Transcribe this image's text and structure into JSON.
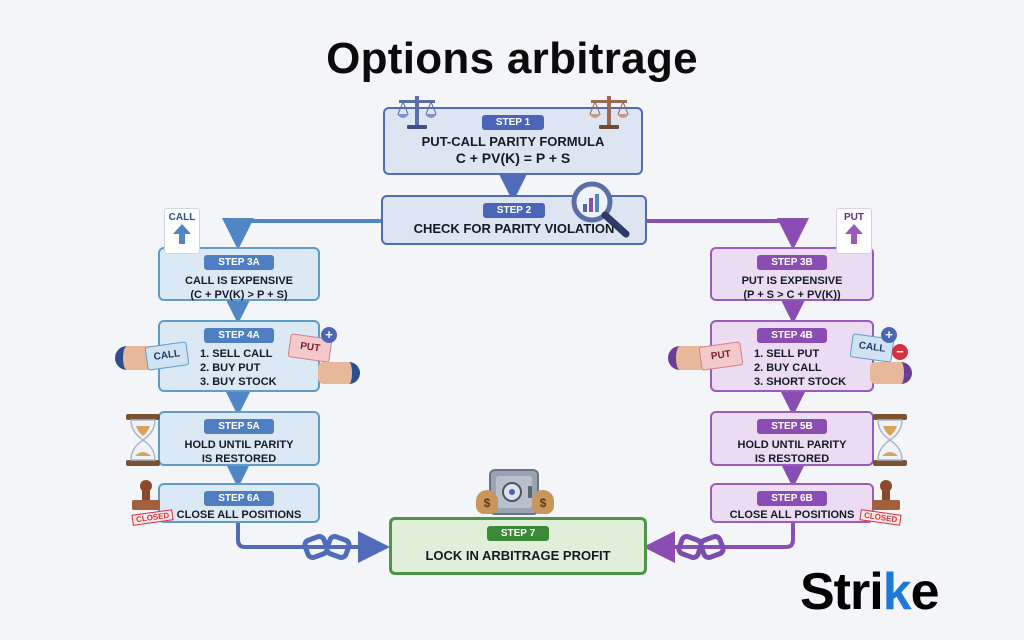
{
  "title": "Options arbitrage",
  "steps": {
    "s1": {
      "label": "STEP 1",
      "line1": "PUT-CALL PARITY FORMULA",
      "line2": "C + PV(K) = P + S"
    },
    "s2": {
      "label": "STEP 2",
      "line1": "CHECK FOR PARITY VIOLATION"
    },
    "s3a": {
      "label": "STEP 3A",
      "line1": "CALL IS EXPENSIVE",
      "line2": "(C + PV(K) > P + S)"
    },
    "s3b": {
      "label": "STEP 3B",
      "line1": "PUT IS EXPENSIVE",
      "line2": "(P + S > C + PV(K))"
    },
    "s4a": {
      "label": "STEP 4A",
      "line1": "1. SELL CALL",
      "line2": "2. BUY PUT",
      "line3": "3. BUY STOCK"
    },
    "s4b": {
      "label": "STEP 4B",
      "line1": "1. SELL PUT",
      "line2": "2. BUY CALL",
      "line3": "3. SHORT STOCK"
    },
    "s5a": {
      "label": "STEP 5A",
      "line1": "HOLD UNTIL PARITY",
      "line2": "IS RESTORED"
    },
    "s5b": {
      "label": "STEP 5B",
      "line1": "HOLD UNTIL PARITY",
      "line2": "IS RESTORED"
    },
    "s6a": {
      "label": "STEP 6A",
      "line1": "CLOSE ALL POSITIONS"
    },
    "s6b": {
      "label": "STEP 6B",
      "line1": "CLOSE ALL POSITIONS"
    },
    "s7": {
      "label": "STEP 7",
      "line1": "LOCK IN ARBITRAGE PROFIT"
    }
  },
  "icon_text": {
    "call": "CALL",
    "put": "PUT",
    "closed": "CLOSED",
    "plus": "+",
    "minus": "−",
    "dollar": "$"
  },
  "brand": {
    "part1": "Stri",
    "part2": "k",
    "part3": "e"
  },
  "colors": {
    "blue": "#4a66b8",
    "light_blue": "#5f9ccc",
    "purple": "#8a4db4",
    "green": "#3c8a38",
    "brand_accent": "#1e78d6"
  }
}
